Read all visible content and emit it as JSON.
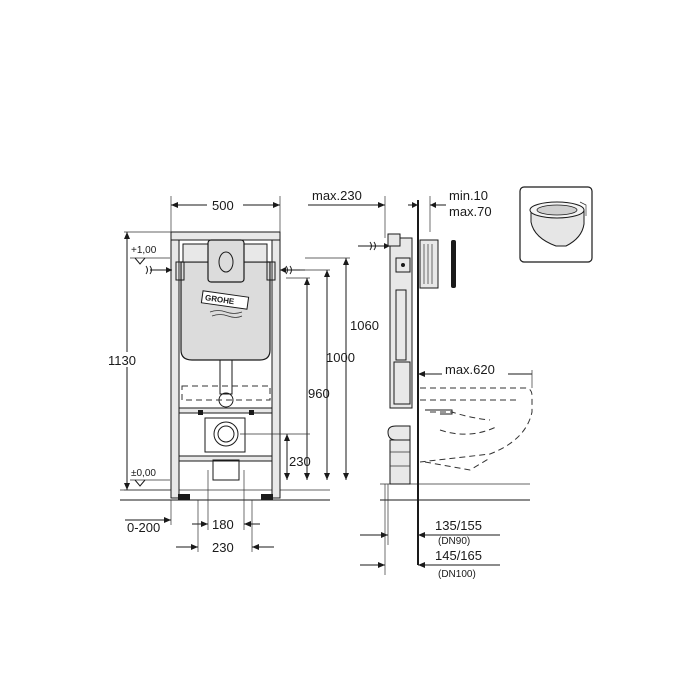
{
  "brand": {
    "logo": "GROHE"
  },
  "dimensions": {
    "frame_width": "500",
    "frame_height": "1130",
    "height_1060": "1060",
    "height_1000": "1000",
    "height_960": "960",
    "height_230": "230",
    "level_top": "+1,00",
    "level_floor": "±0,00",
    "adjust_0_200": "0-200",
    "feet_180": "180",
    "feet_230": "230",
    "max_230": "max.230",
    "min_10": "min.10",
    "max_70": "max.70",
    "max_620": "max.620",
    "dn90_range": "135/155",
    "dn90_label": "(DN90)",
    "dn100_range": "145/165",
    "dn100_label": "(DN100)"
  }
}
